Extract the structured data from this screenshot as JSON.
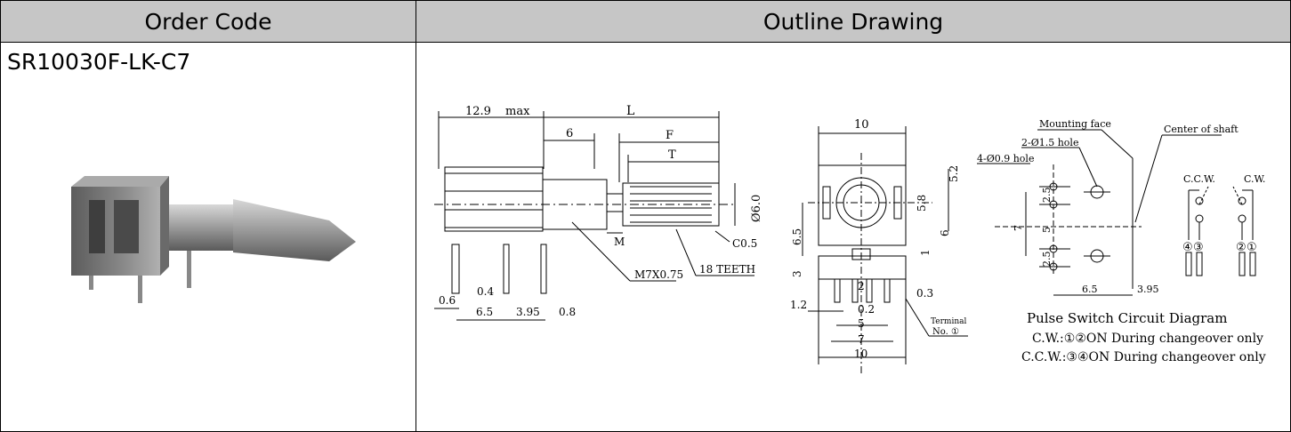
{
  "table": {
    "headers": {
      "order_code": "Order Code",
      "outline_drawing": "Outline Drawing"
    },
    "row": {
      "order_code_value": "SR10030F-LK-C7"
    }
  },
  "side_view": {
    "dim_12_9": "12.9",
    "dim_max": "max",
    "dim_L": "L",
    "dim_6": "6",
    "dim_F": "F",
    "dim_T": "T",
    "dim_dia6": "Ø6.0",
    "dim_M": "M",
    "dim_C05": "C0.5",
    "label_thread": "M7X0.75",
    "label_teeth": "18 TEETH",
    "dim_06": "0.6",
    "dim_04": "0.4",
    "dim_65": "6.5",
    "dim_395": "3.95",
    "dim_08": "0.8"
  },
  "front_view": {
    "dim_10_top": "10",
    "dim_52": "5.2",
    "dim_58": "5.8",
    "dim_6": "6",
    "dim_65": "6.5",
    "dim_1": "1",
    "dim_3": "3",
    "dim_2": "2",
    "dim_03": "0.3",
    "dim_12": "1.2",
    "dim_02": "0.2",
    "dim_5": "5",
    "dim_7": "7",
    "dim_10_bot": "10",
    "terminal_label": "Terminal",
    "terminal_no": "No. ①"
  },
  "pcb_view": {
    "mounting_face": "Mounting face",
    "center_of_shaft": "Center of shaft",
    "hole_15": "2-Ø1.5   hole",
    "hole_09": "4-Ø0.9   hole",
    "dim_25a": "2.5",
    "dim_5": "5",
    "dim_25b": "2.5",
    "dim_7": "7",
    "dim_65": "6.5",
    "dim_395": "3.95",
    "ccw": "C.C.W.",
    "cw": "C.W.",
    "pin4": "④",
    "pin3": "③",
    "pin2": "②",
    "pin1": "①"
  },
  "circuit": {
    "title": "Pulse Switch Circuit Diagram",
    "line_cw": "C.W.:①②ON During changeover only",
    "line_ccw": "C.C.W.:③④ON During changeover only"
  }
}
